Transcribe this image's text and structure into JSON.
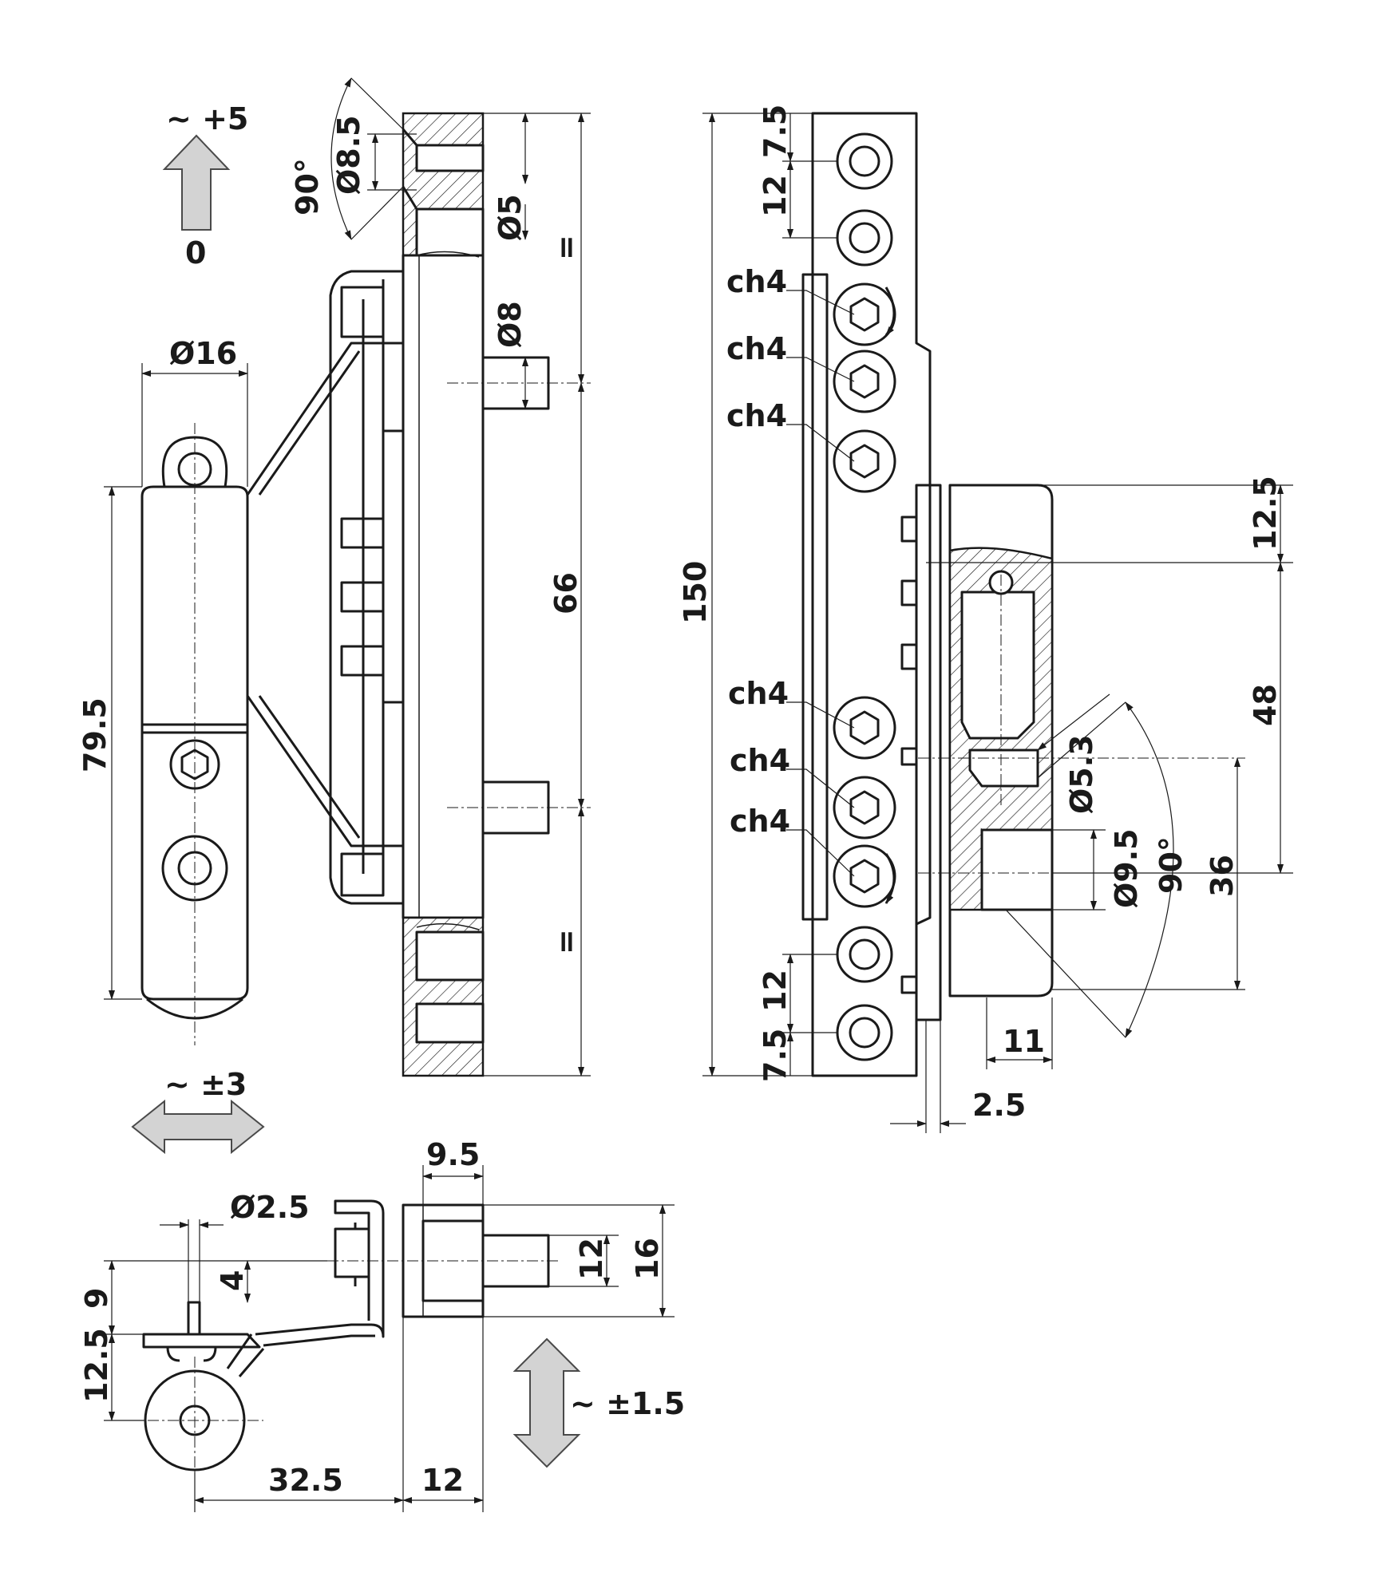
{
  "labels": {
    "travel_vertical": "~ +5",
    "travel_zero": "0",
    "angle_countersink": "90°",
    "dia_countersink": "Ø8.5",
    "dia_bore": "Ø5",
    "dia_pin": "Ø8",
    "dim_equal_top": "=",
    "dim_66": "66",
    "dim_equal_bottom": "=",
    "dia_16": "Ø16",
    "dim_79_5": "79.5",
    "travel_horizontal": "~ ±3",
    "dim_7_5_top": "7.5",
    "dim_12_top": "12",
    "dim_150": "150",
    "ch4_1": "ch4",
    "ch4_2": "ch4",
    "ch4_3": "ch4",
    "ch4_4": "ch4",
    "ch4_5": "ch4",
    "ch4_6": "ch4",
    "dim_12_bottom": "12",
    "dim_7_5_bottom": "7.5",
    "dim_12_5_right": "12.5",
    "dim_48": "48",
    "dia_5_3": "Ø5.3",
    "dia_9_5": "Ø9.5",
    "angle_90_right": "90°",
    "dim_36": "36",
    "dim_11": "11",
    "dim_2_5_right": "2.5",
    "dim_9_5_top": "9.5",
    "dia_2_5": "Ø2.5",
    "dim_4": "4",
    "dim_12_side": "12",
    "dim_16_side": "16",
    "dim_9": "9",
    "dim_12_5_left": "12.5",
    "travel_depth": "~ ±1.5",
    "dim_32_5": "32.5",
    "dim_12_base": "12"
  },
  "colors": {
    "line": "#1a1a1a",
    "arrow_fill": "#d3d3d3",
    "arrow_stroke": "#4a4a4a",
    "background": "#ffffff"
  },
  "icons": [
    "up-arrow-icon",
    "left-right-arrow-icon",
    "up-down-arrow-icon",
    "hex-socket-icon",
    "rotate-arrow-icon"
  ]
}
